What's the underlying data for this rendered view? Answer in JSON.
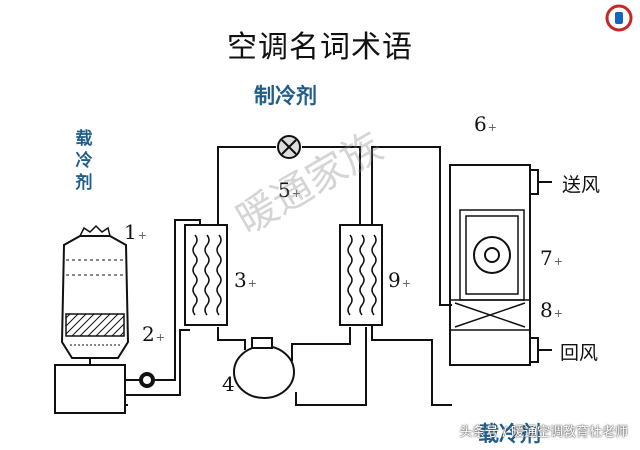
{
  "title": "空调名词术语",
  "labels": {
    "refrigerant": "制冷剂",
    "secondary_refrigerant": "载冷剂",
    "secondary_refrigerant_bottom": "载冷剂",
    "supply_air": "送风",
    "return_air": "回风"
  },
  "numbers": [
    "1",
    "2",
    "3",
    "4",
    "5",
    "6",
    "7",
    "8",
    "9"
  ],
  "watermark": "暖通家族",
  "footer": "头条号 / 暖通空调教育杜老师",
  "colors": {
    "line": "#111111",
    "label_blue": "#1f5e8a"
  }
}
